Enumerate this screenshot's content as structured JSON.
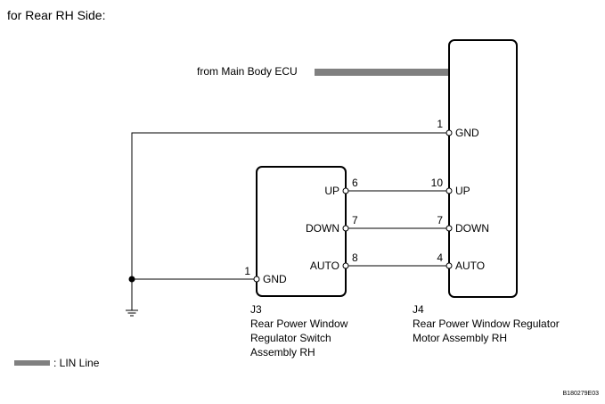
{
  "title": "for Rear RH Side:",
  "lin_source": "from Main Body ECU",
  "legend": {
    "label": ": LIN Line"
  },
  "figure_code": "B180279E03",
  "j3": {
    "id": "J3",
    "name_lines": [
      "Rear Power Window",
      "Regulator Switch",
      "Assembly RH"
    ],
    "pins": [
      {
        "num": "6",
        "label": "UP"
      },
      {
        "num": "7",
        "label": "DOWN"
      },
      {
        "num": "8",
        "label": "AUTO"
      },
      {
        "num": "1",
        "label": "GND"
      }
    ]
  },
  "j4": {
    "id": "J4",
    "name_lines": [
      "Rear Power Window Regulator",
      "Motor Assembly RH"
    ],
    "pins": [
      {
        "num": "1",
        "label": "GND"
      },
      {
        "num": "10",
        "label": "UP"
      },
      {
        "num": "7",
        "label": "DOWN"
      },
      {
        "num": "4",
        "label": "AUTO"
      }
    ]
  }
}
